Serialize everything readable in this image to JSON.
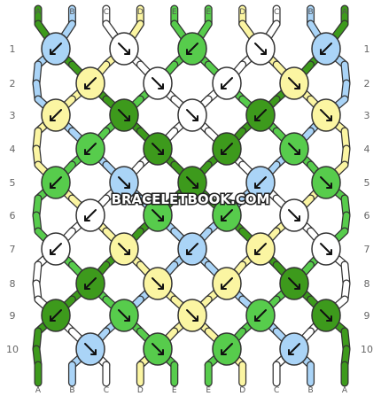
{
  "watermark": "BRACELETBOOK.COM",
  "colors": {
    "A": "#3d9a1c",
    "B": "#aad4f7",
    "C": "#ffffff",
    "D": "#fbf5a2",
    "E": "#57cc4c",
    "outline": "#333333"
  },
  "strand_letters_top": [
    "A",
    "B",
    "C",
    "D",
    "E",
    "E",
    "D",
    "C",
    "B",
    "A"
  ],
  "strand_letters_bottom": [
    "A",
    "B",
    "C",
    "D",
    "E",
    "E",
    "D",
    "C",
    "B",
    "A"
  ],
  "row_labels": [
    "1",
    "2",
    "3",
    "4",
    "5",
    "6",
    "7",
    "8",
    "9",
    "10"
  ],
  "knots": [
    [
      {
        "c": "B",
        "d": "left"
      },
      {
        "c": "C",
        "d": "right"
      },
      {
        "c": "E",
        "d": "left"
      },
      {
        "c": "C",
        "d": "right"
      },
      {
        "c": "B",
        "d": "left"
      }
    ],
    [
      {
        "c": "D",
        "d": "left"
      },
      {
        "c": "C",
        "d": "right"
      },
      {
        "c": "C",
        "d": "left"
      },
      {
        "c": "D",
        "d": "right"
      }
    ],
    [
      {
        "c": "D",
        "d": "left"
      },
      {
        "c": "A",
        "d": "right"
      },
      {
        "c": "C",
        "d": "right"
      },
      {
        "c": "A",
        "d": "left"
      },
      {
        "c": "D",
        "d": "right"
      }
    ],
    [
      {
        "c": "E",
        "d": "left"
      },
      {
        "c": "A",
        "d": "right"
      },
      {
        "c": "A",
        "d": "left"
      },
      {
        "c": "E",
        "d": "right"
      }
    ],
    [
      {
        "c": "E",
        "d": "left"
      },
      {
        "c": "B",
        "d": "right"
      },
      {
        "c": "A",
        "d": "right"
      },
      {
        "c": "B",
        "d": "left"
      },
      {
        "c": "E",
        "d": "right"
      }
    ],
    [
      {
        "c": "C",
        "d": "left"
      },
      {
        "c": "E",
        "d": "right"
      },
      {
        "c": "E",
        "d": "left"
      },
      {
        "c": "C",
        "d": "right"
      }
    ],
    [
      {
        "c": "C",
        "d": "left"
      },
      {
        "c": "D",
        "d": "right"
      },
      {
        "c": "B",
        "d": "left"
      },
      {
        "c": "D",
        "d": "left"
      },
      {
        "c": "C",
        "d": "right"
      }
    ],
    [
      {
        "c": "A",
        "d": "left"
      },
      {
        "c": "D",
        "d": "right"
      },
      {
        "c": "D",
        "d": "left"
      },
      {
        "c": "A",
        "d": "right"
      }
    ],
    [
      {
        "c": "A",
        "d": "left"
      },
      {
        "c": "E",
        "d": "right"
      },
      {
        "c": "D",
        "d": "right"
      },
      {
        "c": "E",
        "d": "left"
      },
      {
        "c": "A",
        "d": "right"
      }
    ],
    [
      {
        "c": "B",
        "d": "right"
      },
      {
        "c": "E",
        "d": "right"
      },
      {
        "c": "E",
        "d": "left"
      },
      {
        "c": "B",
        "d": "left"
      }
    ]
  ]
}
